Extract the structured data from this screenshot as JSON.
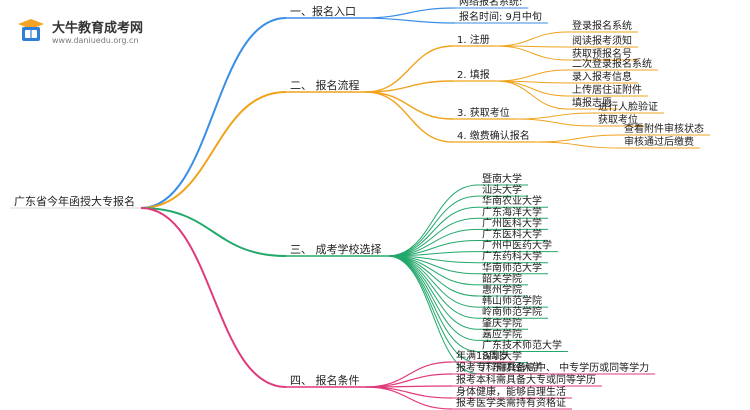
{
  "logo": {
    "title": "大牛教育成考网",
    "url": "www.daniuedu.org.cn"
  },
  "root": "广东省今年函授大专报名",
  "colors": {
    "blue": "#3a8ee6",
    "orange": "#f0a31c",
    "green": "#22a86b",
    "pink": "#e0397c",
    "text": "#222222"
  },
  "branches": [
    {
      "label": "一、报名入口",
      "color": "blue",
      "children": [
        {
          "label": "网络报名系统:"
        },
        {
          "label": "报名时间: 9月中旬"
        }
      ]
    },
    {
      "label": "二、 报名流程",
      "color": "orange",
      "children": [
        {
          "label": "1. 注册",
          "children": [
            "登录报名系统",
            "阅读报考须知",
            "获取预报名号"
          ]
        },
        {
          "label": "2. 填报",
          "children": [
            "二次登录报名系统",
            "录入报考信息",
            "上传居住证附件",
            "填报志愿"
          ]
        },
        {
          "label": "3. 获取考位",
          "children": [
            "进行人脸验证",
            "获取考位"
          ]
        },
        {
          "label": "4. 缴费确认报名",
          "children": [
            "查看附件审核状态",
            "审核通过后缴费"
          ]
        }
      ]
    },
    {
      "label": "三、 成考学校选择",
      "color": "green",
      "children": [
        {
          "label": "暨南大学"
        },
        {
          "label": "汕头大学"
        },
        {
          "label": "华南农业大学"
        },
        {
          "label": "广东海洋大学"
        },
        {
          "label": "广州医科大学"
        },
        {
          "label": "广东医科大学"
        },
        {
          "label": "广州中医药大学"
        },
        {
          "label": "广东药科大学"
        },
        {
          "label": "华南师范大学"
        },
        {
          "label": "韶关学院"
        },
        {
          "label": "惠州学院"
        },
        {
          "label": "韩山师范学院"
        },
        {
          "label": "岭南师范学院"
        },
        {
          "label": "肇庆学院"
        },
        {
          "label": "嘉应学院"
        },
        {
          "label": "广东技术师范大学"
        },
        {
          "label": "深圳大学"
        },
        {
          "label": "广东财经大学"
        }
      ]
    },
    {
      "label": "四、 报名条件",
      "color": "pink",
      "children": [
        {
          "label": "年满18周岁"
        },
        {
          "label": "报考专科需具备高中、 中专学历或同等学力"
        },
        {
          "label": "报考本科需具备大专或同等学历"
        },
        {
          "label": "身体健康，能够自理生活"
        },
        {
          "label": "报考医学类需持有资格证"
        }
      ]
    }
  ]
}
